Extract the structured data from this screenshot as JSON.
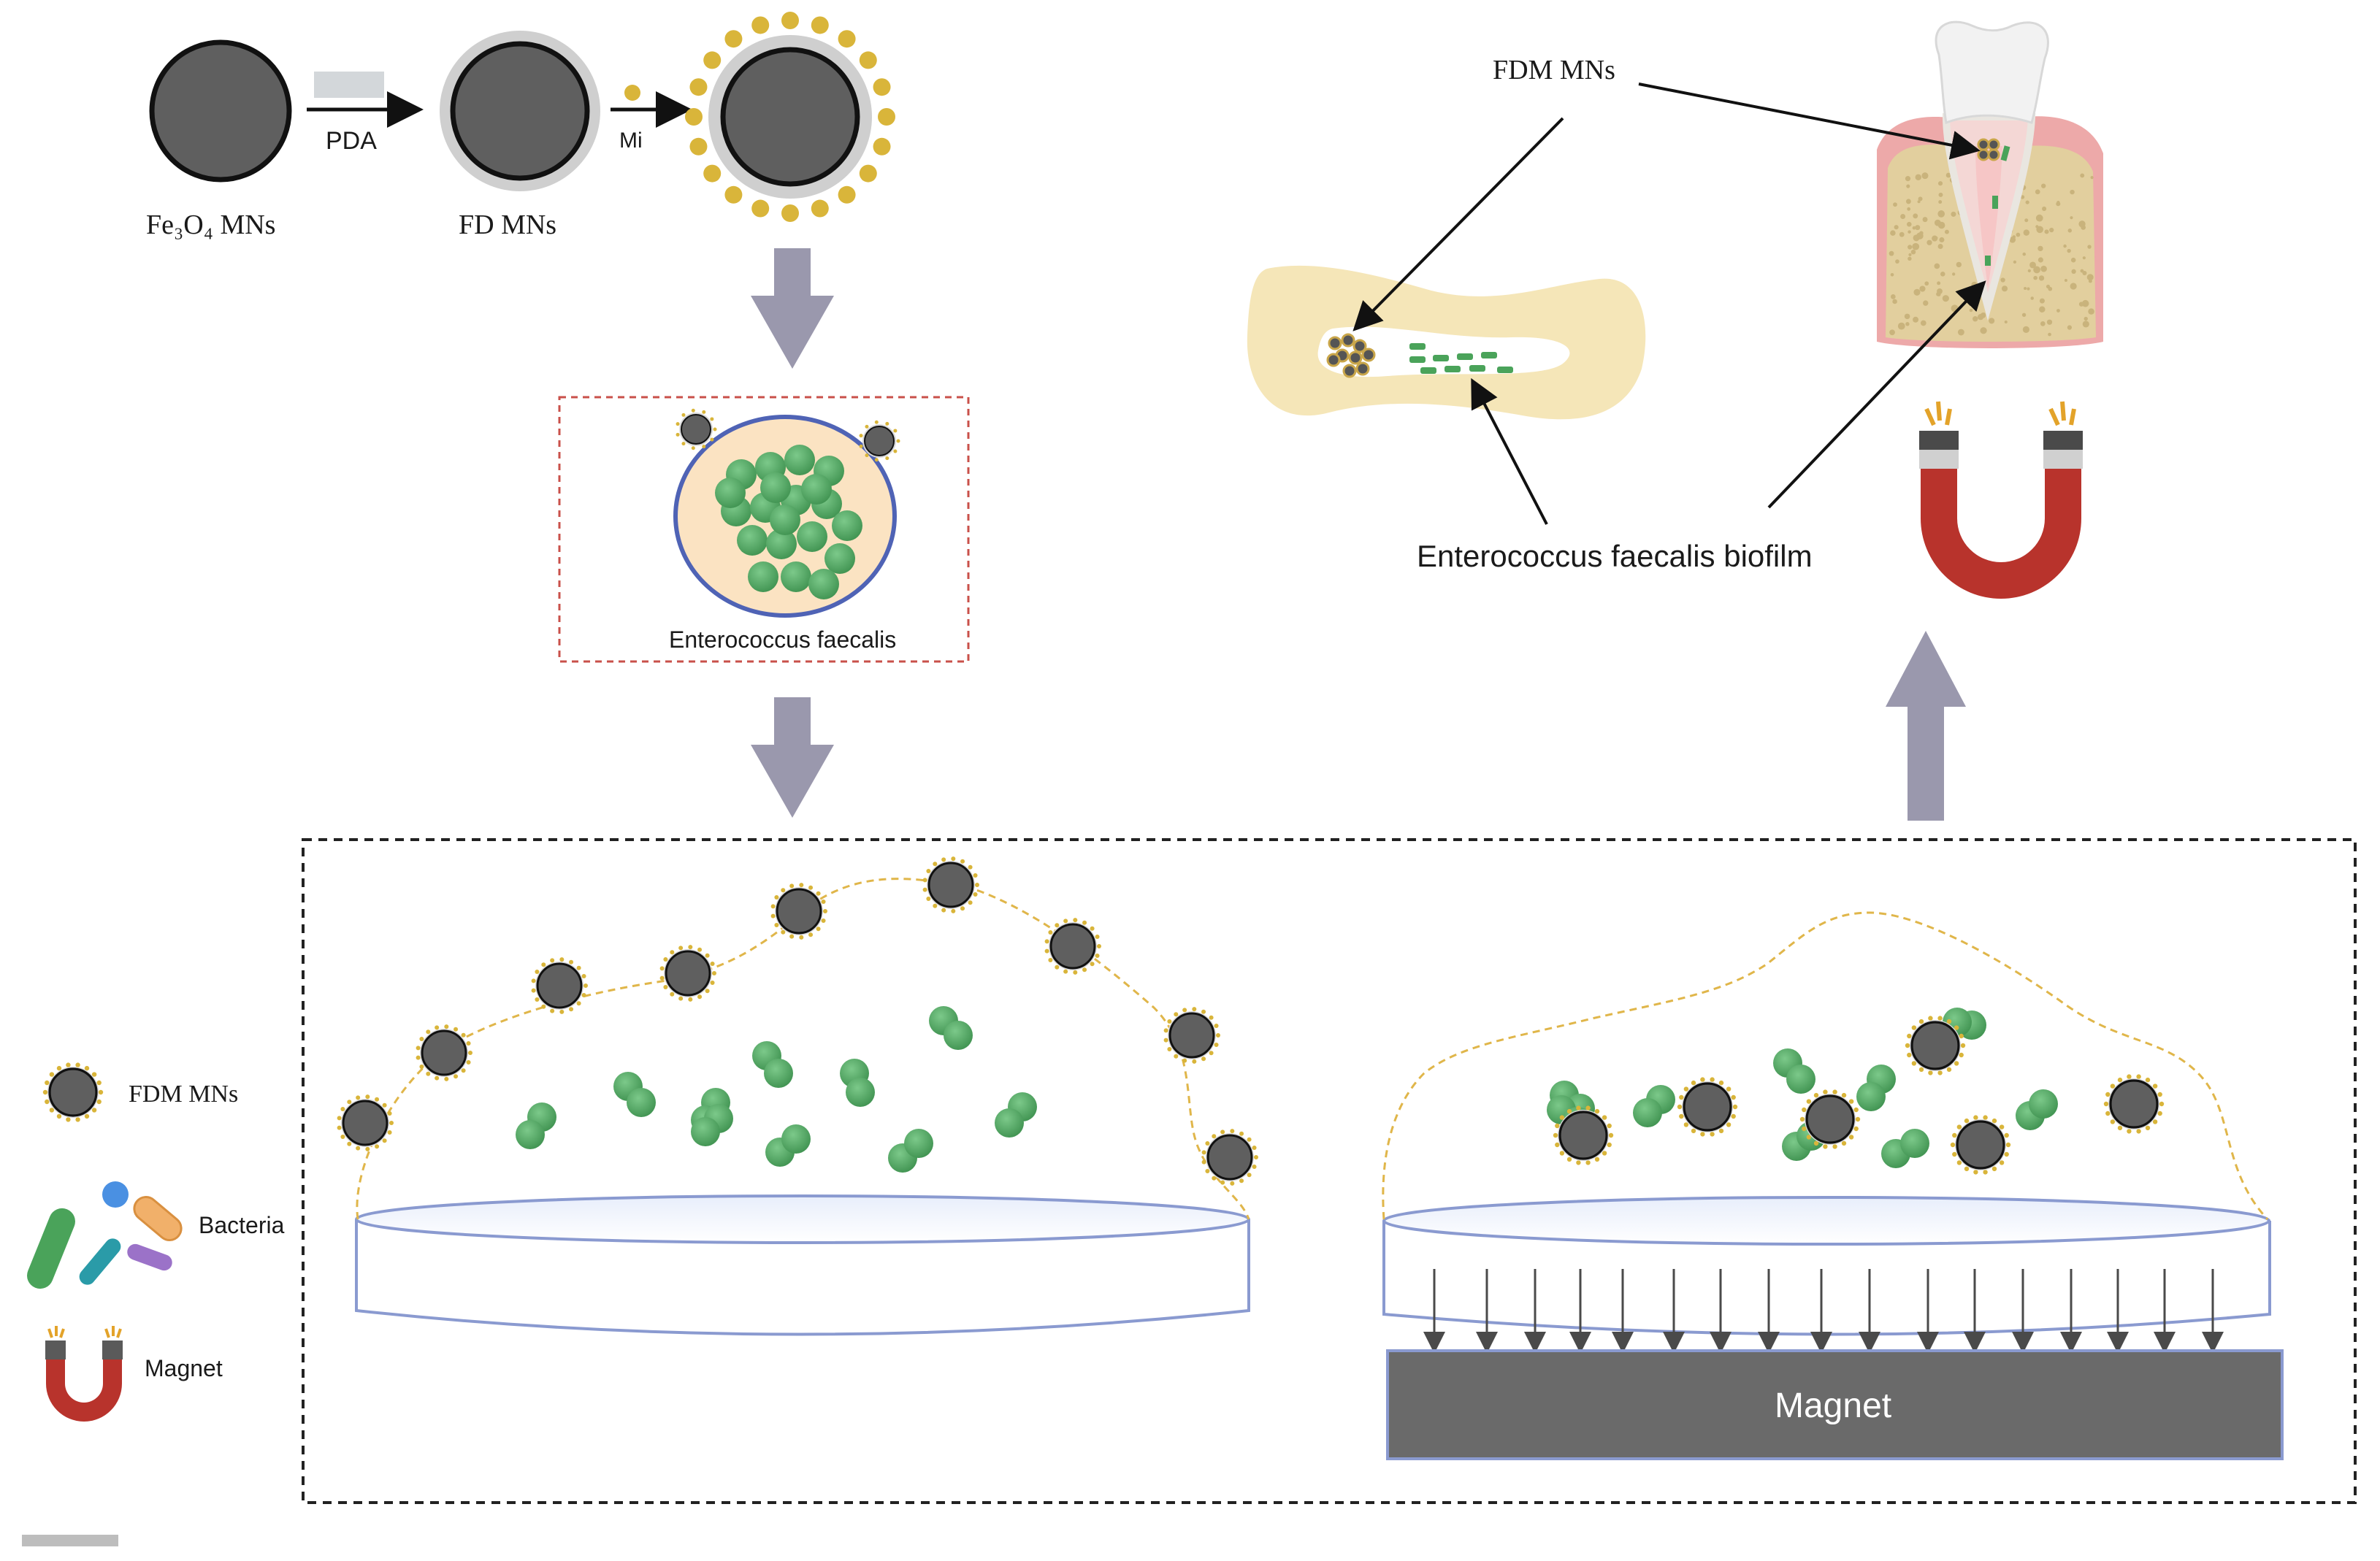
{
  "synthesis": {
    "fe3o4_label": "Fe₃O₄ MNs",
    "pda_label": "PDA",
    "fd_label": "FD MNs",
    "mi_label": "Mi"
  },
  "bacteria_box": {
    "label": "Enterococcus faecalis"
  },
  "tooth_panel": {
    "fdm_label": "FDM MNs",
    "biofilm_label": "Enterococcus faecalis biofilm"
  },
  "experiment": {
    "magnet_label": "Magnet"
  },
  "legend": {
    "items": [
      {
        "label": "FDM MNs",
        "icon": "fdm-particle-icon"
      },
      {
        "label": "Bacteria",
        "icon": "bacteria-icon"
      },
      {
        "label": "Magnet",
        "icon": "magnet-icon"
      }
    ]
  },
  "colors": {
    "particle_core": "#5f5f5f",
    "pda_shell": "#c9c9c9",
    "mi_dot": "#d9b53a",
    "bacteria_green": "#4aa35a",
    "process_arrow": "#9a98ad",
    "magnet_block": "#6a6a6a",
    "magnet_red": "#b8332c",
    "dish_outline": "#8a9ad0"
  }
}
